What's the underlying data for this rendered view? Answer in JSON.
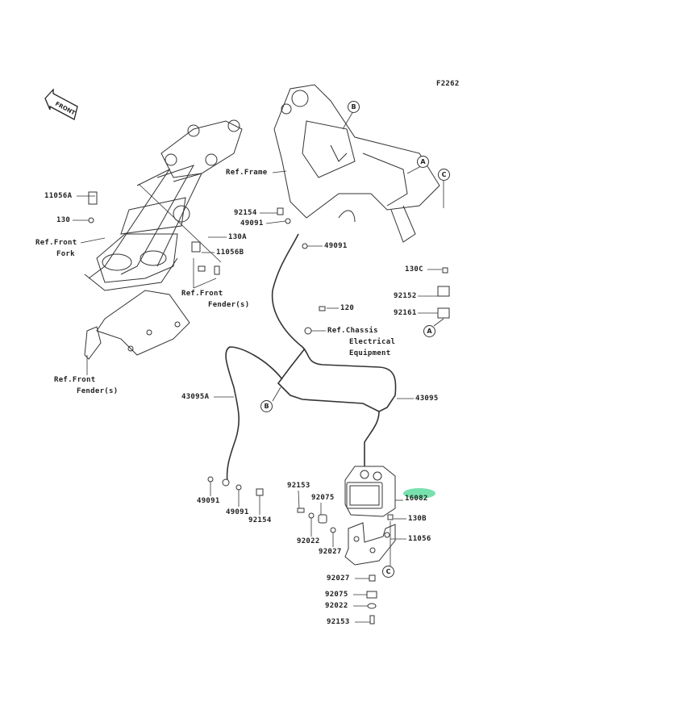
{
  "diagram_id": "F2262",
  "front_arrow_text": "FRONT",
  "highlight_color": "#5fdca0",
  "callouts": {
    "c11056A": "11056A",
    "c130": "130",
    "ref_front_fork_1": "Ref.Front",
    "ref_front_fork_2": "Fork",
    "ref_frame": "Ref.Frame",
    "c92154_top": "92154",
    "c49091_top": "49091",
    "c49091_right": "49091",
    "c130A": "130A",
    "c11056B": "11056B",
    "ref_front_fender_a1": "Ref.Front",
    "ref_front_fender_a2": "Fender(s)",
    "c120": "120",
    "ref_chassis_1": "Ref.Chassis",
    "ref_chassis_2": "Electrical",
    "ref_chassis_3": "Equipment",
    "c130C": "130C",
    "c92152": "92152",
    "c92161": "92161",
    "ref_front_fender_b1": "Ref.Front",
    "ref_front_fender_b2": "Fender(s)",
    "c43095A": "43095A",
    "c43095": "43095",
    "c49091_l1": "49091",
    "c49091_l2": "49091",
    "c92154_low": "92154",
    "c92153_a": "92153",
    "c92075_a": "92075",
    "c16082": "16082",
    "c130B": "130B",
    "c92022_a": "92022",
    "c11056": "11056",
    "c92027_a": "92027",
    "c92027_b": "92027",
    "c92075_b": "92075",
    "c92022_b": "92022",
    "c92153_b": "92153"
  },
  "markers": {
    "B1": "B",
    "A1": "A",
    "C1": "C",
    "A2": "A",
    "B2": "B",
    "C2": "C"
  }
}
